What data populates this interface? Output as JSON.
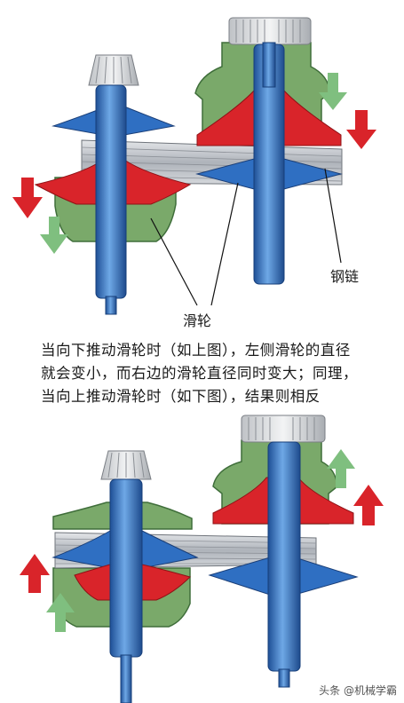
{
  "labels": {
    "pulley": "滑轮",
    "chain": "钢链"
  },
  "caption": {
    "line1": "当向下推动滑轮时（如上图），左侧滑轮的直径",
    "line2": "就会变小，而右边的滑轮直径同时变大；同理，",
    "line3": "当向上推动滑轮时（如下图），结果则相反"
  },
  "watermark": "头条 @机械学霸",
  "colors": {
    "shaft_blue": "#2f6fc2",
    "pulley_red": "#d9242a",
    "housing_green": "#7aa96a",
    "arrow_red": "#d9242a",
    "arrow_green": "#7fbf7f",
    "chain_gray": "#b9bdc3"
  }
}
